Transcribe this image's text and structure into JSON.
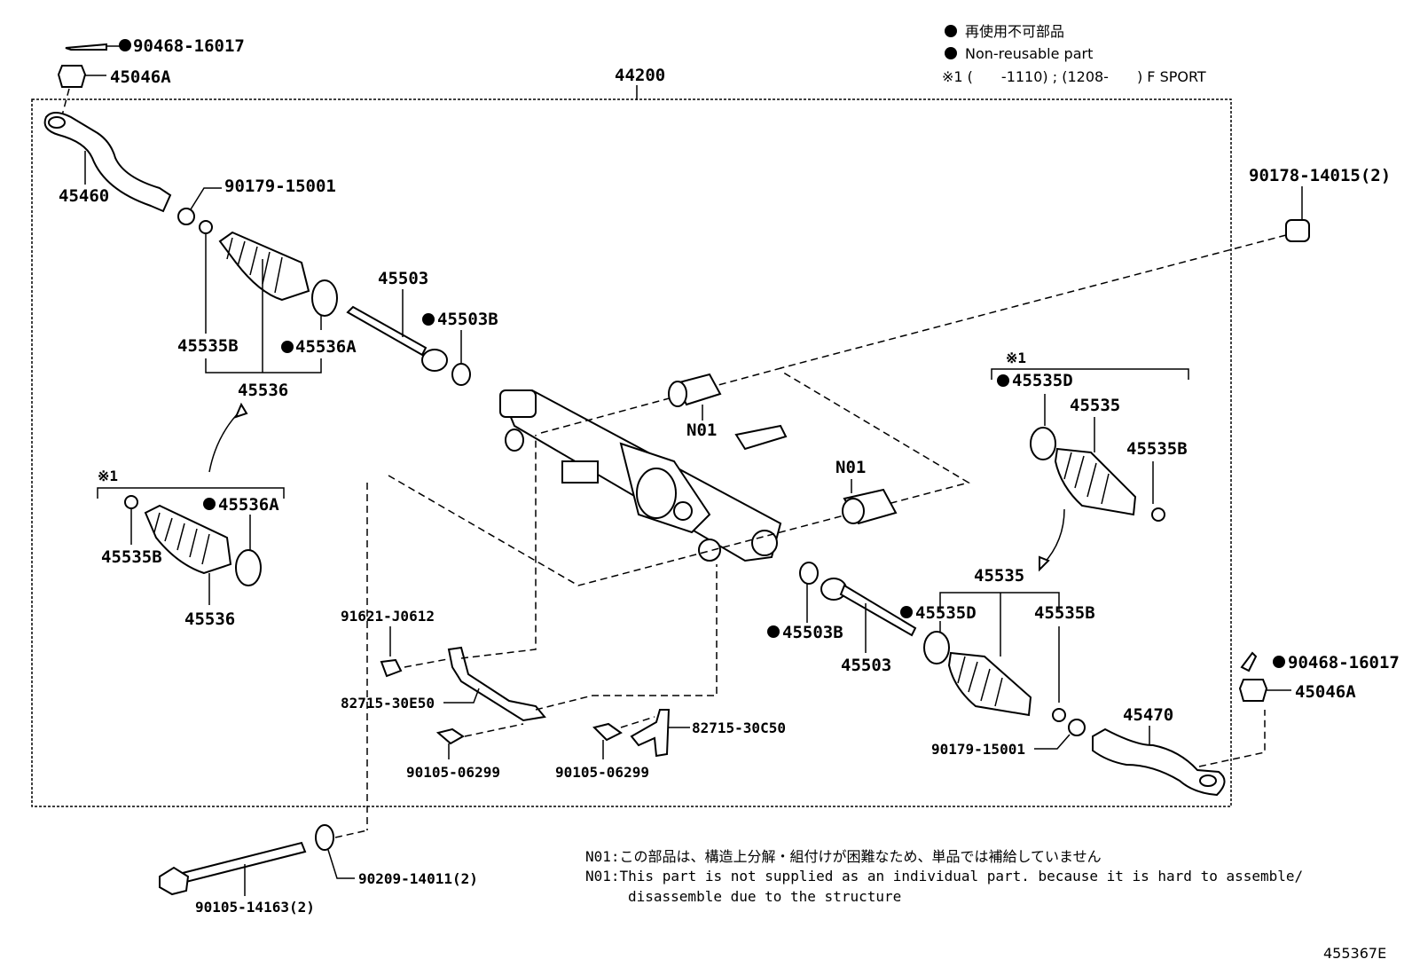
{
  "legend": {
    "jp": "再使用不可部品",
    "en": "Non-reusable part",
    "variant": "※1 (　　-1110) ; (1208-　　) F SPORT"
  },
  "assembly_label": "44200",
  "labels": {
    "cotter_pin_l": "90468-16017",
    "nut_l": "45046A",
    "tie_rod_end_l": "45460",
    "clip_l": "90179-15001",
    "hole_plug": "90178-14015(2)",
    "inner_rod_l": "45503",
    "lock_washer_l": "45503B",
    "clamp_l": "45535B",
    "clip_a_l": "45536A",
    "boot_kit_l": "45536",
    "alt_mark_l": "※1",
    "alt_clamp_l": "45535B",
    "alt_clip_a_l": "45536A",
    "alt_boot_l": "45536",
    "bushing_r": "N01",
    "bushing_l": "N01",
    "alt_mark_r": "※1",
    "alt_clip_d_r": "45535D",
    "alt_boot_r": "45535",
    "alt_clamp_r": "45535B",
    "boot_kit_r": "45535",
    "clip_d_r": "45535D",
    "clamp_r": "45535B",
    "lock_washer_r": "45503B",
    "inner_rod_r": "45503",
    "screw_sensor": "91621-J0612",
    "bracket_sensor": "82715-30E50",
    "bolt_sensor": "90105-06299",
    "bolt_bracket": "90105-06299",
    "bracket_r": "82715-30C50",
    "clip_r": "90179-15001",
    "tie_rod_end_r": "45470",
    "cotter_pin_r": "90468-16017",
    "nut_r": "45046A",
    "mount_bolt": "90105-14163(2)",
    "mount_washer": "90209-14011(2)"
  },
  "notes": {
    "jp": "N01:この部品は、構造上分解・組付けが困難なため、単品では補給していません",
    "en1": "N01:This part is not supplied as an individual part. because it is hard to assemble/",
    "en2": "disassemble due to the structure"
  },
  "figure_id": "455367E"
}
